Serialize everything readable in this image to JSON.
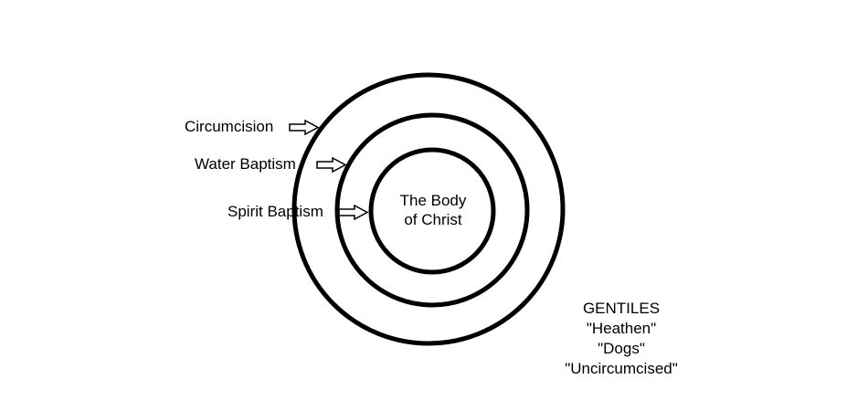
{
  "rings": {
    "outer_label": "Circumcision",
    "middle_label": "Water Baptism",
    "inner_label": "Spirit Baptism"
  },
  "center": {
    "line1": "The Body",
    "line2": "of Christ"
  },
  "outside": {
    "title": "GENTILES",
    "names": [
      "\"Heathen\"",
      "\"Dogs\"",
      "\"Uncircumcised\""
    ]
  },
  "colors": {
    "stroke": "#000000",
    "background": "#ffffff"
  }
}
